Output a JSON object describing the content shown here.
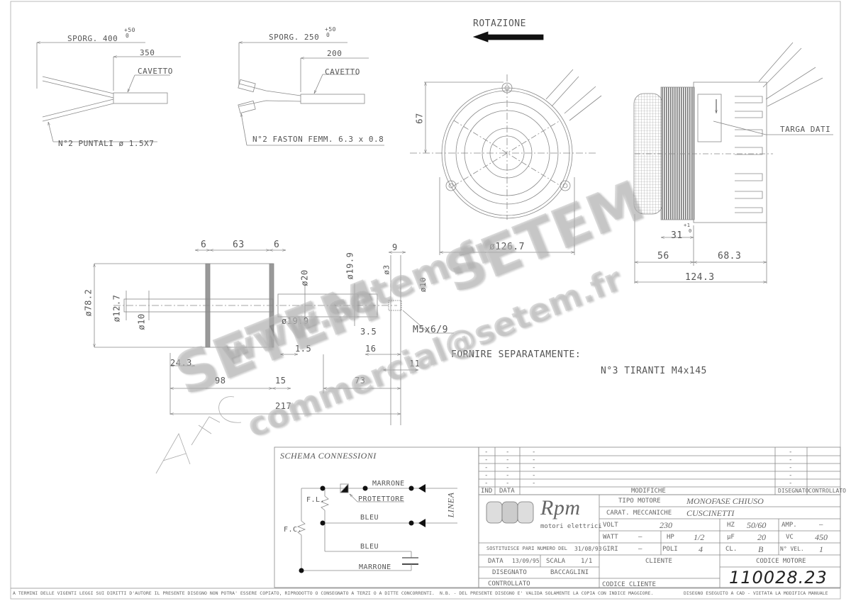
{
  "drawing": {
    "rotation_label": "ROTAZIONE",
    "cable_a": {
      "sporg_label": "SPORG. 400",
      "tol_plus": "+50",
      "tol_minus": "0",
      "length": "350",
      "cable_label": "CAVETTO",
      "terminal_note": "N°2 PUNTALI ø 1.5X7"
    },
    "cable_b": {
      "sporg_label": "SPORG. 250",
      "tol_plus": "+50",
      "tol_minus": "0",
      "length": "200",
      "cable_label": "CAVETTO",
      "terminal_note": "N°2 FASTON FEMM. 6.3 x 0.8"
    },
    "front_view": {
      "height_dim": "67",
      "diameter_dim": "ø126.7"
    },
    "side_view": {
      "nameplate_label": "TARGA DATI",
      "dim_31": "31",
      "dim_31_tol_plus": "+1",
      "dim_31_tol_minus": "0",
      "dim_56": "56",
      "dim_68": "68.3",
      "dim_total": "124.3"
    },
    "shaft_view": {
      "dims_top": [
        "6",
        "63",
        "6"
      ],
      "dia_body": "ø78.2",
      "dia_shaft": "ø12.7",
      "dia_10": "ø10",
      "dia_20": "ø20",
      "dia_19_9_top": "ø19.9",
      "dia_19_9_side": "ø19.9",
      "dia_3": "ø3",
      "dia_10_end": "ø10",
      "dim_9": "9",
      "thread": "M5x6/9",
      "dim_3_5": "3.5",
      "dim_1_5a": "1.5",
      "dim_16": "16",
      "dim_11": "11",
      "dim_24_3": "24.3",
      "dim_98": "98",
      "dim_15": "15",
      "dim_73": "73",
      "dim_217": "217"
    },
    "supply_note": {
      "line1": "FORNIRE SEPARATAMENTE:",
      "line2": "N°3 TIRANTI M4x145"
    },
    "watermarks": {
      "url": "www.setem.fr",
      "brand": "SETEM",
      "brand2": "SETEM",
      "email": "commercial@setem.fr",
      "archive": "ARCHI"
    }
  },
  "schema": {
    "title": "SCHEMA CONNESSIONI",
    "marrone_top": "MARRONE",
    "protettore": "PROTETTORE",
    "linea": "LINEA",
    "fl": "F.L.",
    "bleu_1": "BLEU",
    "fc": "F.C.",
    "bleu_2": "BLEU",
    "marrone_bottom": "MARRONE"
  },
  "revisions": {
    "rows": [
      [
        "-",
        "-",
        "-",
        "-"
      ],
      [
        "-",
        "-",
        "-",
        "-"
      ],
      [
        "-",
        "-",
        "-",
        "-"
      ],
      [
        "-",
        "-",
        "-",
        "-"
      ],
      [
        "-",
        "-",
        "-",
        "-"
      ]
    ],
    "headers": {
      "ind": "IND",
      "data": "DATA",
      "modifiche": "MODIFICHE",
      "disegnato": "DISEGNATO",
      "controllato": "CONTROLLATO"
    }
  },
  "titleblock": {
    "logo_text": "Rpm",
    "logo_sub": "motori elettrici",
    "sostituisce_label": "SOSTITUISCE PARI NUMERO DEL",
    "sostituisce_date": "31/08/93",
    "data_label": "DATA",
    "data_value": "13/09/95",
    "scala_label": "SCALA",
    "scala_value": "1/1",
    "disegnato_label": "DISEGNATO",
    "disegnato_value": "BACCAGLINI",
    "controllato_label": "CONTROLLATO",
    "tipo_motore_label": "TIPO MOTORE",
    "tipo_motore_value": "MONOFASE CHIUSO",
    "carat_label": "CARAT. MECCANICHE",
    "carat_value": "CUSCINETTI",
    "volt_label": "VOLT",
    "volt_value": "230",
    "hz_label": "HZ",
    "hz_value": "50/60",
    "amp_label": "AMP.",
    "amp_value": "—",
    "watt_label": "WATT",
    "watt_value": "—",
    "hp_label": "HP",
    "hp_value": "1/2",
    "uf_label": "µF",
    "uf_value": "20",
    "vc_label": "VC",
    "vc_value": "450",
    "giri_label": "GIRI",
    "giri_value": "—",
    "poli_label": "POLI",
    "poli_value": "4",
    "cl_label": "CL.",
    "cl_value": "B",
    "nvel_label": "N° VEL.",
    "nvel_value": "1",
    "cliente_label": "CLIENTE",
    "codice_cliente_label": "CODICE CLIENTE",
    "codice_motore_label": "CODICE MOTORE",
    "codice_motore_value": "110028.23"
  },
  "footer": {
    "copyright": "A TERMINI DELLE VIGENTI LEGGI SUI DIRITTI D'AUTORE IL PRESENTE DISEGNO NON POTRA' ESSERE COPIATO, RIPRODOTTO O CONSEGNATO A TERZI O A DITTE CONCORRENTI.",
    "nb": "N.B. - DEL PRESENTE DISEGNO E' VALIDA SOLAMENTE LA COPIA CON INDICE MAGGIORE.",
    "cad": "DISEGNO ESEGUITO A CAD - VIETATA LA MODIFICA MANUALE"
  }
}
